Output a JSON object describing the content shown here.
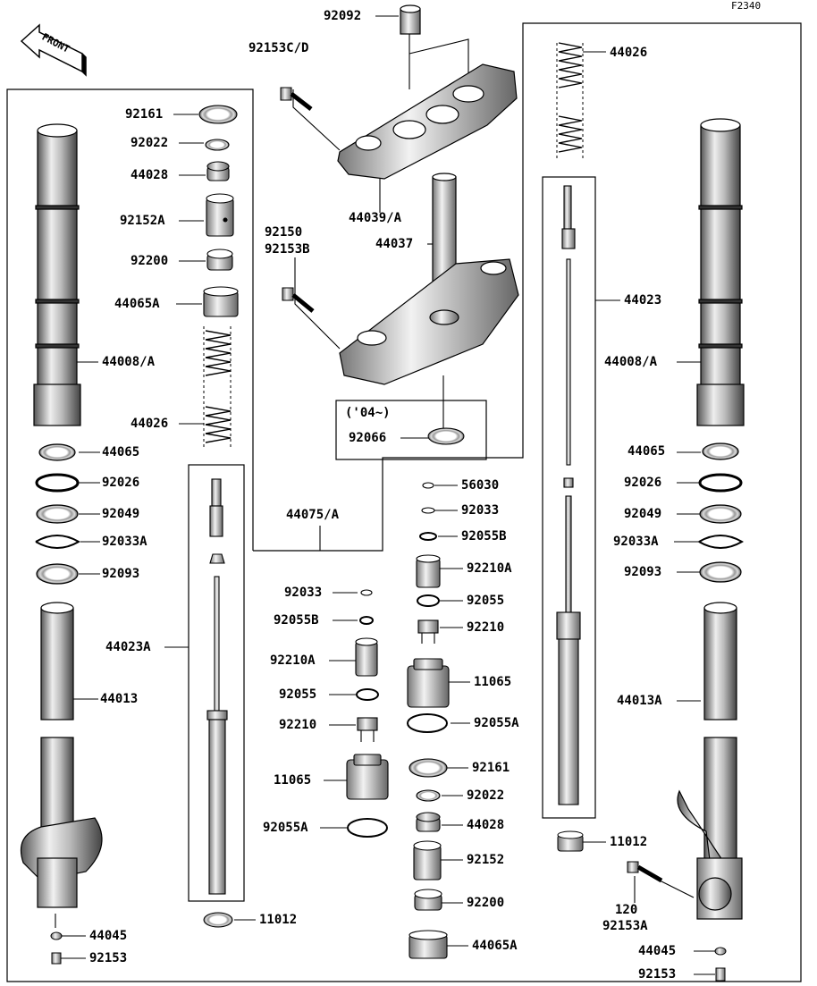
{
  "diagram": {
    "ref_code": "F2340",
    "front_label": "FRONT",
    "year_note": "('04~)",
    "labels": {
      "p92092": "92092",
      "p92153CD": "92153C/D",
      "p44026R": "44026",
      "p92161L": "92161",
      "p92022L": "92022",
      "p44028L": "44028",
      "p92152AL": "92152A",
      "p92200L": "92200",
      "p44065AL": "44065A",
      "p44008L": "44008/A",
      "p44026L": "44026",
      "p44065L": "44065",
      "p92026L": "92026",
      "p92049L": "92049",
      "p92033AL": "92033A",
      "p92093L": "92093",
      "p44023AL": "44023A",
      "p44013L": "44013",
      "p44045L": "44045",
      "p92153L": "92153",
      "p11012L": "11012",
      "p44039": "44039/A",
      "p92150": "92150",
      "p92153B": "92153B",
      "p44037": "44037",
      "p92066": "92066",
      "p44075": "44075/A",
      "p44023R": "44023",
      "p44008R": "44008/A",
      "p44065R": "44065",
      "p92026R": "92026",
      "p92049R": "92049",
      "p92033AR": "92033A",
      "p92093R": "92093",
      "p44013AR": "44013A",
      "p11012R": "11012",
      "p120": "120",
      "p92153AR": "92153A",
      "p44045R": "44045",
      "p92153R": "92153",
      "c56030": "56030",
      "c92033a": "92033",
      "c92055Ba": "92055B",
      "c92210Aa": "92210A",
      "c92055a": "92055",
      "c92210a": "92210",
      "c11065a": "11065",
      "c92055Aa": "92055A",
      "c92161": "92161",
      "c92022": "92022",
      "c44028": "44028",
      "c92152": "92152",
      "c92200": "92200",
      "c44065A": "44065A",
      "m92033": "92033",
      "m92055B": "92055B",
      "m92210A": "92210A",
      "m92055": "92055",
      "m92210": "92210",
      "m11065": "11065",
      "m92055A": "92055A"
    }
  }
}
